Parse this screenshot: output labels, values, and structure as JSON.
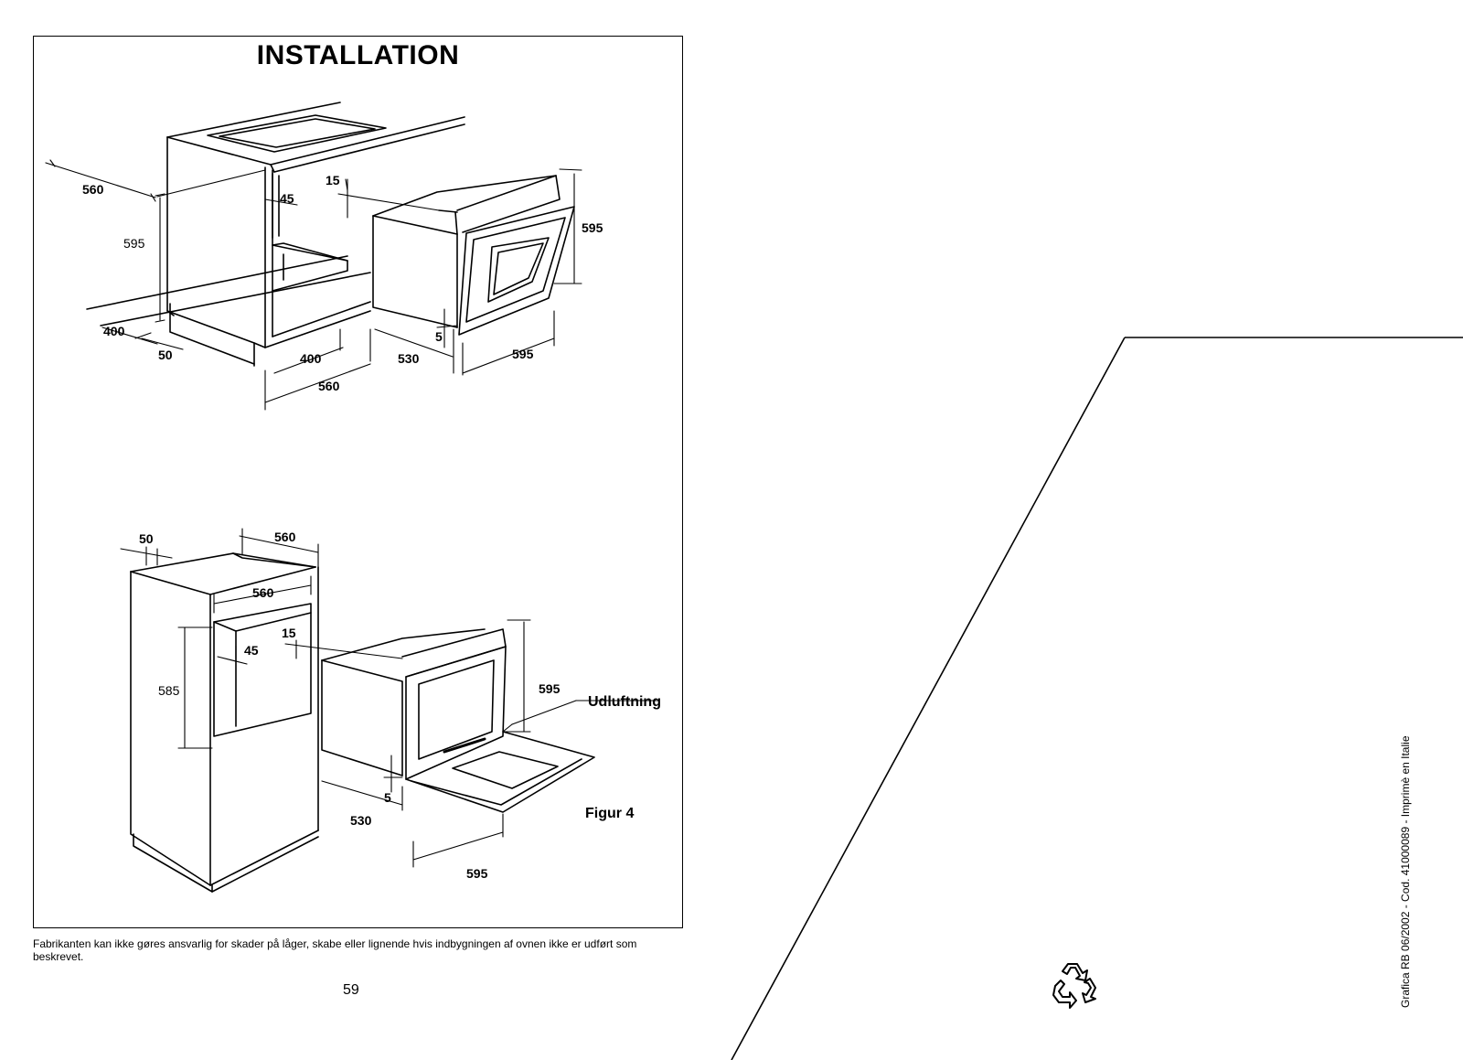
{
  "page": {
    "title": "INSTALLATION",
    "note": "Fabrikanten kan ikke gøres ansvarlig for skader på låger, skabe eller lignende hvis indbygningen af ovnen ikke er udført som beskrevet.",
    "page_number": "59",
    "side_print": "Grafica RB 06/2002 - Cod. 41000089 - Imprimè en Italie"
  },
  "figure_top": {
    "dims": {
      "d560_left": "560",
      "d595_left": "595",
      "d45": "45",
      "d15": "15",
      "d595_right": "595",
      "d400_side": "400",
      "d50": "50",
      "d400_bottom": "400",
      "d560_bottom": "560",
      "d530": "530",
      "d5": "5",
      "d595_bottom": "595"
    }
  },
  "figure_bottom": {
    "dims": {
      "d50": "50",
      "d560_top": "560",
      "d560_inner": "560",
      "d15": "15",
      "d45": "45",
      "d585": "585",
      "d595_right": "595",
      "d5": "5",
      "d530": "530",
      "d595_bottom": "595"
    },
    "vent_label": "Udluftning",
    "figure_label": "Figur 4"
  },
  "icons": {
    "recycle": "recycle-icon"
  }
}
